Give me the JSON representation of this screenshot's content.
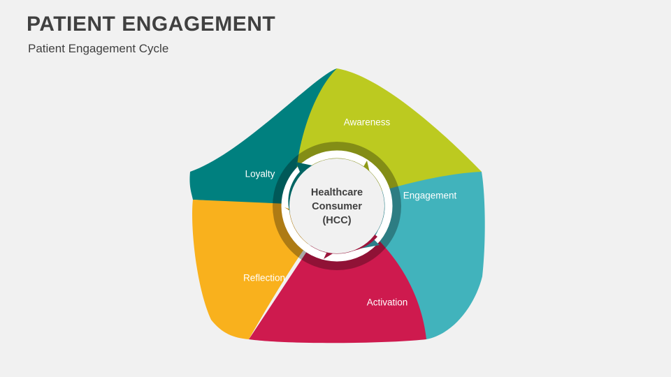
{
  "slide": {
    "title": "PATIENT ENGAGEMENT",
    "subtitle": "Patient Engagement Cycle",
    "background_color": "#f1f1f1"
  },
  "diagram": {
    "type": "pentagon-pinwheel-cycle",
    "center": {
      "line1": "Healthcare",
      "line2": "Consumer",
      "line3": "(HCC)",
      "fill_color": "#f1f1f1",
      "ring_color": "#ffffff",
      "text_color": "#3f3f3f"
    },
    "segments": [
      {
        "label": "Awareness",
        "color": "#bcca20",
        "arrow_color": "#8f9a19",
        "shade_color": "#93a01c",
        "position": "top",
        "order": 1
      },
      {
        "label": "Engagement",
        "color": "#41b3bc",
        "arrow_color": "#2b808a",
        "shade_color": "#2f8e95",
        "position": "right",
        "order": 2
      },
      {
        "label": "Activation",
        "color": "#ce1a4e",
        "arrow_color": "#9c143b",
        "shade_color": "#a0143c",
        "position": "bottom-right",
        "order": 3
      },
      {
        "label": "Reflection",
        "color": "#f9b11d",
        "arrow_color": "#c98a0f",
        "shade_color": "#c98c16",
        "position": "bottom-left",
        "order": 4
      },
      {
        "label": "Loyalty",
        "color": "#00807f",
        "arrow_color": "#006463",
        "shade_color": "#006463",
        "position": "left",
        "order": 5
      }
    ]
  }
}
